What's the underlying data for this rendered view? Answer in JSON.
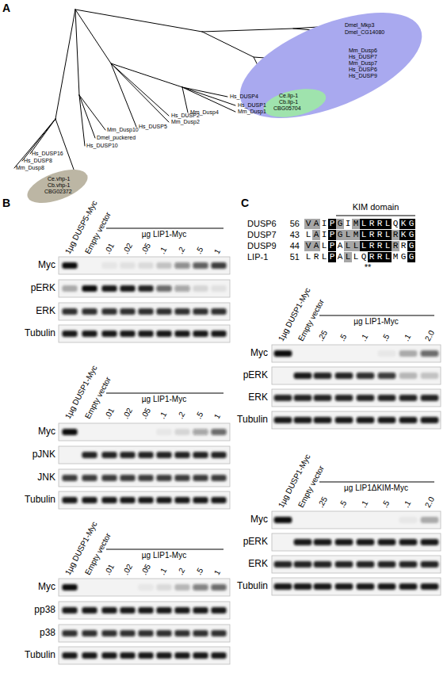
{
  "diagram": {
    "nodes": [
      {
        "text": [
          "Dmel_Mkp3",
          "Dmel_CG14080",
          "Mm_Dusp6",
          "Hs_DUSP7",
          "Mm_Dusp7",
          "Hs_DUSP6",
          "Hs_DUSP9"
        ]
      },
      {
        "text": [
          "Ce.lip-1",
          "Cb.lip-1",
          "CBG05704"
        ],
        "in": 0
      },
      {
        "text": [
          "Ce.vhp-1",
          "Cb.vhp-1",
          "CBG02372"
        ]
      }
    ],
    "labels": [
      "A",
      "Hs_DUSP4",
      "Hs_DUSP1",
      "Mm_Dusp1",
      "Mm_Dusp4",
      "Hs_DUSP2",
      "Mm_Dusp2",
      "Hs_DUSP5",
      "Mm_Dusp10",
      "Dmel_puckered",
      "Hs_DUSP10",
      "Hs_DUSP16",
      "Hs_DUSP8",
      "Mm_Dusp8",
      "B",
      "1µg DUSP5-Myc",
      "Empty vector",
      "µg LIP1-Myc",
      ".01",
      ".02",
      ".05",
      ".1",
      ".2",
      ".5",
      "1",
      "Myc",
      "pERK",
      "ERK",
      "Tubulin",
      "1µg DUSP1-Myc",
      "Empty vector",
      "µg LIP1-Myc",
      ".01",
      ".02",
      ".05",
      ".1",
      ".2",
      ".5",
      "1",
      "Myc",
      "pJNK",
      "JNK",
      "Tubulin",
      "1µg DUSP1-Myc",
      "Empty vector",
      "µg LIP1-Myc",
      ".01",
      ".02",
      ".05",
      ".1",
      ".2",
      ".5",
      "1",
      "Myc",
      "pp38",
      "p38",
      "Tubulin",
      "C",
      "KIM domain",
      "DUSP6",
      "56",
      "VAIPGIMLRRLQKG",
      "DUSP7",
      "43",
      "LAIPGLMLRRLRKG",
      "DUSP9",
      "44",
      "VALPALLLRRLRRG",
      "LIP-1",
      "51",
      "LRLPALLQRRLMGG",
      "**",
      "1µg DUSP1-Myc",
      "Empty vector",
      "µg LIP1-Myc",
      ".25",
      ".5",
      ".1",
      ".5",
      ".1",
      "2.0",
      "Myc",
      "pERK",
      "ERK",
      "Tubulin",
      "1µg DUSP1-Myc",
      "Empty vector",
      "µg LIP1ΔKIM-Myc",
      ".25",
      ".5",
      ".1",
      ".5",
      ".1",
      "2.0",
      "Myc",
      "pERK",
      "ERK",
      "Tubulin"
    ]
  }
}
